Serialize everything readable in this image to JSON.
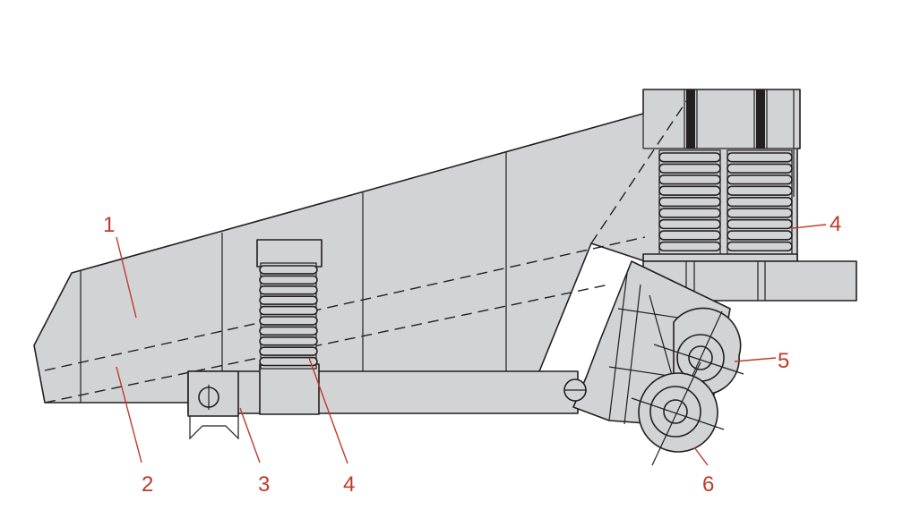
{
  "callouts": [
    {
      "id": "1",
      "text": "1"
    },
    {
      "id": "2",
      "text": "2"
    },
    {
      "id": "3",
      "text": "3"
    },
    {
      "id": "4a",
      "text": "4"
    },
    {
      "id": "4b",
      "text": "4"
    },
    {
      "id": "5",
      "text": "5"
    },
    {
      "id": "6",
      "text": "6"
    }
  ],
  "colors": {
    "body": "#d1d3d4",
    "outline": "#231f20",
    "callout": "#c0392b"
  }
}
